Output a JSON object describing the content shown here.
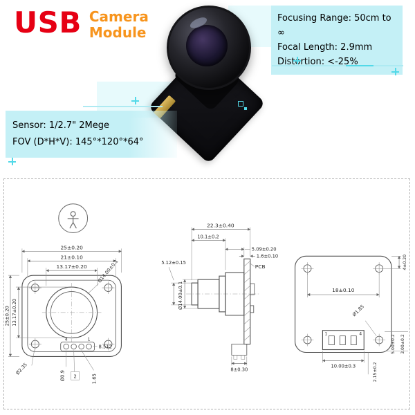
{
  "branding": {
    "logo_main": "USB",
    "logo_line1": "Camera",
    "logo_line2": "Module"
  },
  "spec_right": {
    "line1": "Focusing Range: 50cm to ∞",
    "line2": "Focal Length: 2.9mm",
    "line3": "Distortion: <-25%"
  },
  "spec_left": {
    "line1": "Sensor: 1/2.7\" 2Mege",
    "line2": "FOV (D*H*V): 145°*120°*64°"
  },
  "drawing": {
    "front": {
      "dim_width_outer": "25±0.20",
      "dim_width_inner": "21±0.10",
      "dim_lens_width": "13.17±0.20",
      "dim_height_outer": "25±0.20",
      "dim_height_inner": "13.17±0.20",
      "lens_diameter": "Ø14.00±0.1",
      "pin_label_4": "4",
      "pin_label_1": "1",
      "pin_label_2": "2",
      "dim_pin_span": "8.512",
      "hole_diameter": "Ø2.35",
      "pin_hole_diameter": "Ø0.9",
      "dim_pin_pitch": "1.65"
    },
    "side": {
      "dim_total_depth": "22.3±0.40",
      "dim_lens_depth": "10.1±0.2",
      "dim_mount_depth": "5.09±0.20",
      "dim_pcb_thickness": "1.6±0.10",
      "dim_front_ring": "5.12±0.15",
      "pcb_label": "PCB",
      "lens_diameter": "Ø14.00±0.1",
      "dim_connector": "8±0.30"
    },
    "back": {
      "dim_hole_spacing": "18±0.10",
      "dim_hole_offset": "4±0.20",
      "hole_diameter": "Ø1.85",
      "pin_label_1": "1",
      "pin_label_4": "4",
      "dim_conn_a": "5.00±0.2",
      "dim_conn_b": "3.00±0.2",
      "dim_conn_width": "10.00±0.3",
      "dim_conn_height": "2.15±0.2"
    }
  },
  "decor": {
    "plus_glyph": "+",
    "figure_icon": "person-in-circle"
  },
  "colors": {
    "logo_red": "#e60014",
    "logo_orange": "#f7941d",
    "spec_box_cyan": "#c4f0f6",
    "accent_cyan": "#52d9e8",
    "drawing_line": "#4f4f4f"
  }
}
